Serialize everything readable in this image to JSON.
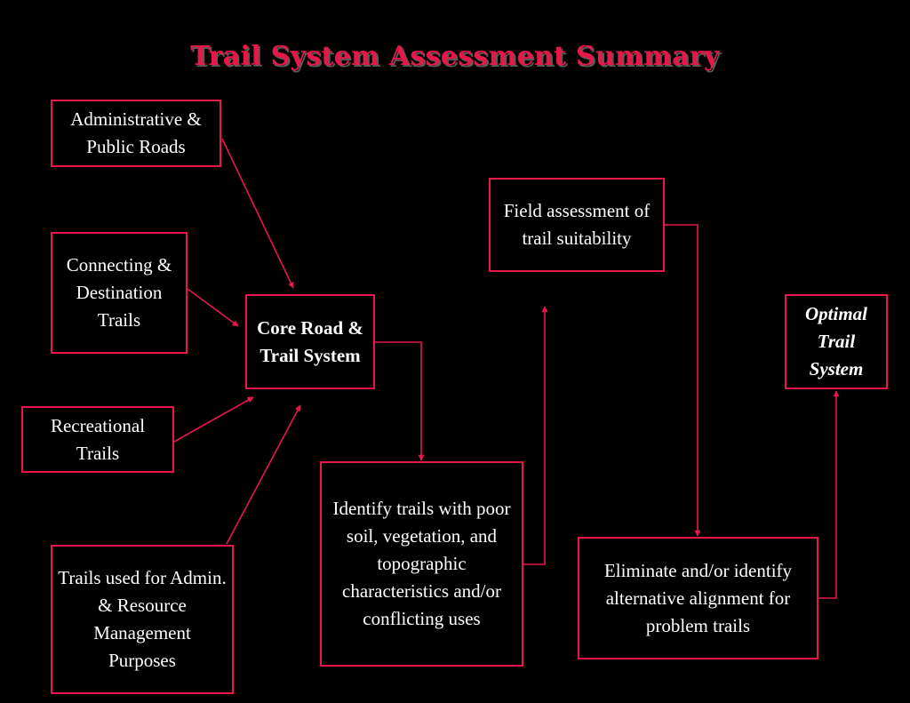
{
  "title": "Trail System Assessment Summary",
  "colors": {
    "background": "#000000",
    "accent": "#e8174a",
    "text": "#ffffff"
  },
  "nodes": {
    "admin_public_roads": "Administrative & Public Roads",
    "connecting_destination": "Connecting & Destination Trails",
    "recreational": "Recreational Trails",
    "admin_resource": "Trails used for Admin. & Resource Management Purposes",
    "core_system": "Core Road & Trail System",
    "identify_poor": "Identify trails with poor soil, vegetation, and topographic characteristics and/or conflicting uses",
    "field_assessment": "Field assessment of trail suitability",
    "eliminate": "Eliminate and/or identify alternative alignment for problem trails",
    "optimal": "Optimal Trail System"
  }
}
